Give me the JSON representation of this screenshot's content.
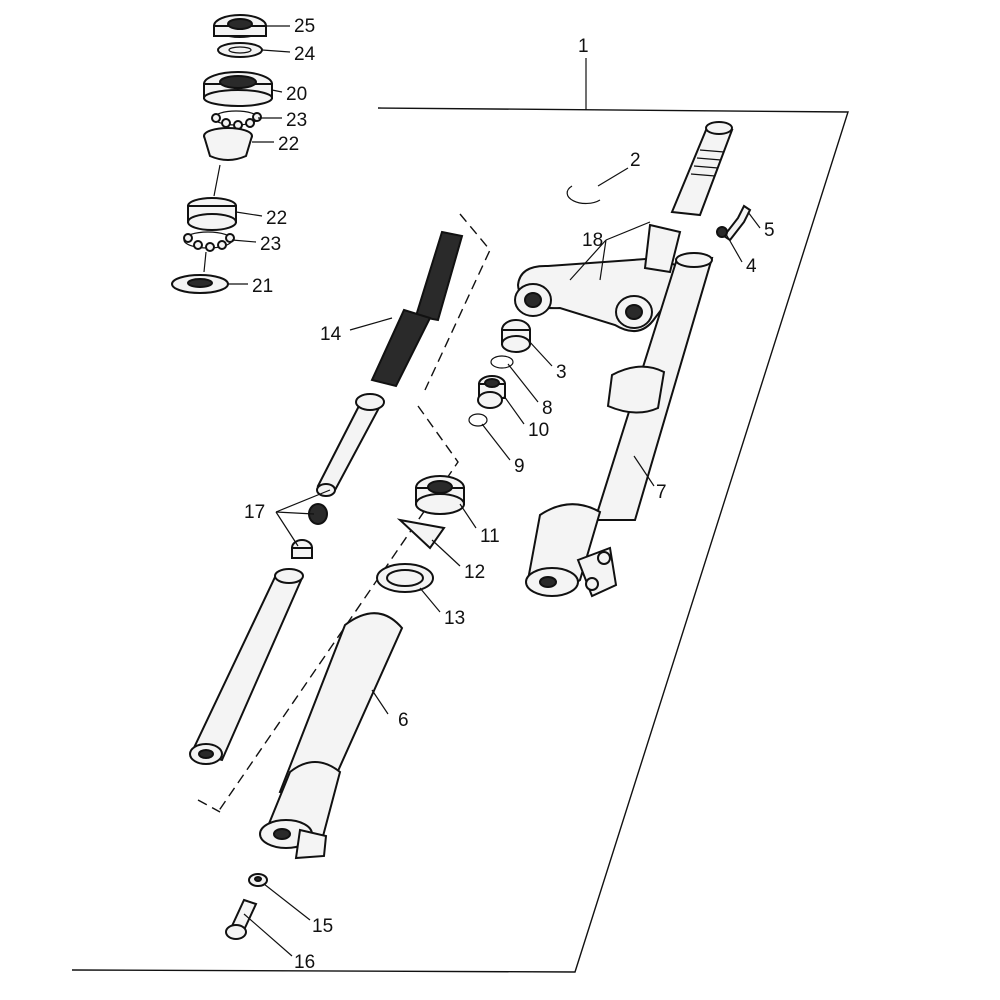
{
  "callouts": {
    "c1": "1",
    "c2": "2",
    "c3": "3",
    "c4": "4",
    "c5": "5",
    "c6": "6",
    "c7": "7",
    "c8": "8",
    "c9": "9",
    "c10": "10",
    "c11": "11",
    "c12": "12",
    "c13": "13",
    "c14": "14",
    "c15": "15",
    "c16": "16",
    "c17": "17",
    "c18": "18",
    "c20": "20",
    "c21": "21",
    "c22a": "22",
    "c22b": "22",
    "c23a": "23",
    "c23b": "23",
    "c24": "24",
    "c25": "25"
  }
}
